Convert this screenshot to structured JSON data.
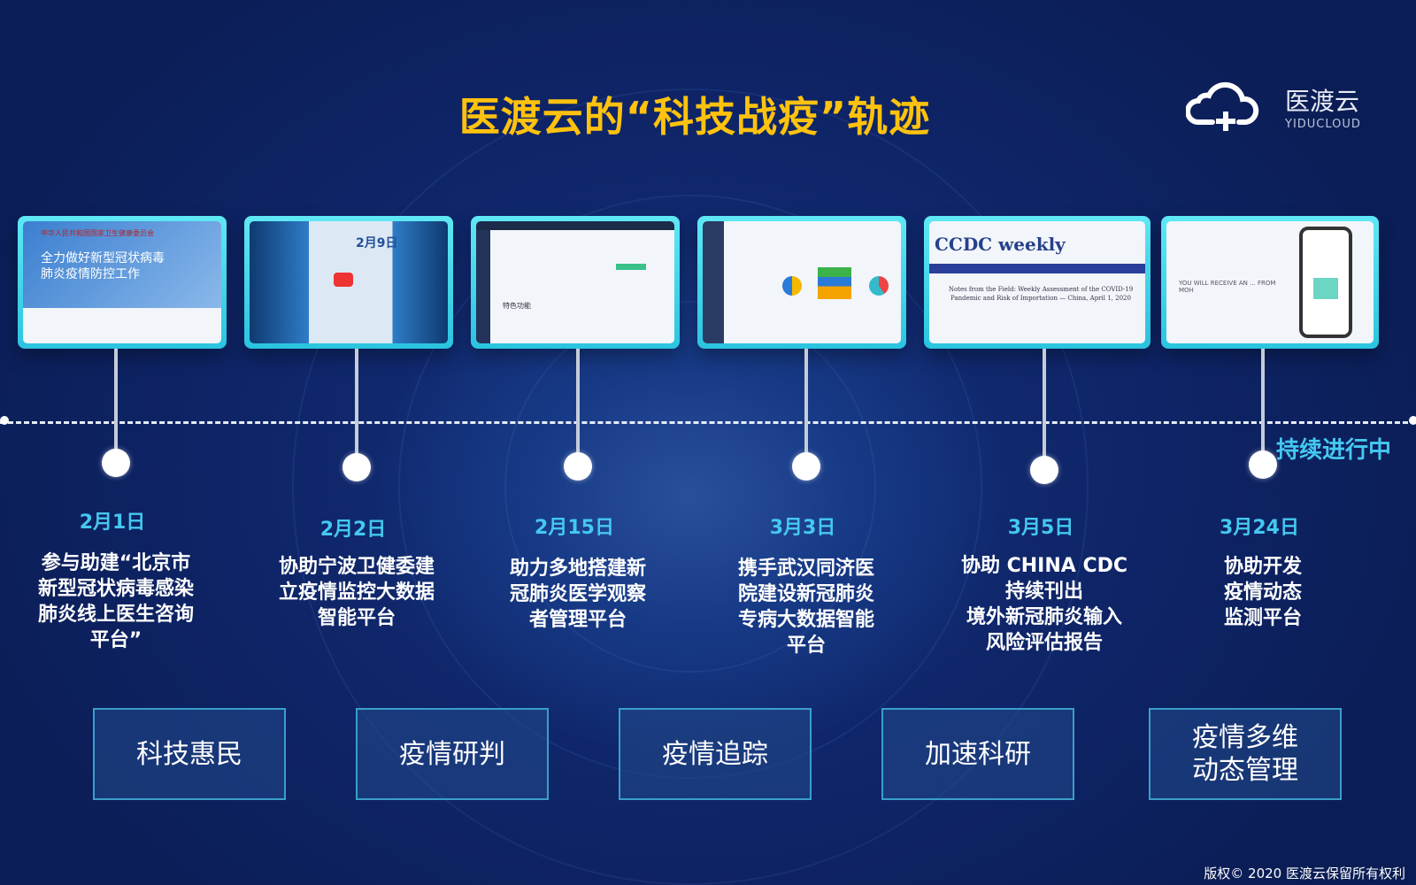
{
  "title": "医渡云的“科技战疫”轨迹",
  "logo": {
    "cn": "医渡云",
    "en": "YIDUCLOUD"
  },
  "ongoing": "持续进行中",
  "milestones": [
    {
      "date": "2月1日",
      "desc": "参与助建“北京市新型冠状病毒感染肺炎线上医生咨询平台”",
      "thumb": "全力做好新型冠状病毒肺炎疫情防控工作",
      "thumb_header": "中华人民共和国国家卫生健康委员会"
    },
    {
      "date": "2月2日",
      "desc": "协助宁波卫健委建立疫情监控大数据智能平台",
      "thumb": "2月9日"
    },
    {
      "date": "2月15日",
      "desc": "助力多地搭建新冠肺炎医学观察者管理平台",
      "thumb": "特色功能"
    },
    {
      "date": "3月3日",
      "desc": "携手武汉同济医院建设新冠肺炎专病大数据智能平台",
      "thumb": ""
    },
    {
      "date": "3月5日",
      "desc": "协助 CHINA CDC 持续刊出境外新冠肺炎输入风险评估报告",
      "thumb": "CCDC weekly",
      "thumb_article": "Notes from the Field: Weekly Assessment of the COVID-19 Pandemic and Risk of Importation — China, April 1, 2020"
    },
    {
      "date": "3月24日",
      "desc": "协助开发疫情动态监测平台",
      "thumb": "YOU WILL RECEIVE AN ... FROM MOH"
    }
  ],
  "desc_lines": [
    [
      "参与助建“北京市",
      "新型冠状病毒感染",
      "肺炎线上医生咨询",
      "平台”"
    ],
    [
      "协助宁波卫健委建",
      "立疫情监控大数据",
      "智能平台"
    ],
    [
      "助力多地搭建新",
      "冠肺炎医学观察",
      "者管理平台"
    ],
    [
      "携手武汉同济医",
      "院建设新冠肺炎",
      "专病大数据智能",
      "平台"
    ],
    [
      "协助 CHINA CDC",
      "持续刊出",
      "境外新冠肺炎输入",
      "风险评估报告"
    ],
    [
      "协助开发",
      "疫情动态",
      "监测平台"
    ]
  ],
  "categories": [
    [
      "科技惠民"
    ],
    [
      "疫情研判"
    ],
    [
      "疫情追踪"
    ],
    [
      "加速科研"
    ],
    [
      "疫情多维",
      "动态管理"
    ]
  ],
  "copyright": "版权© 2020 医渡云保留所有权利"
}
